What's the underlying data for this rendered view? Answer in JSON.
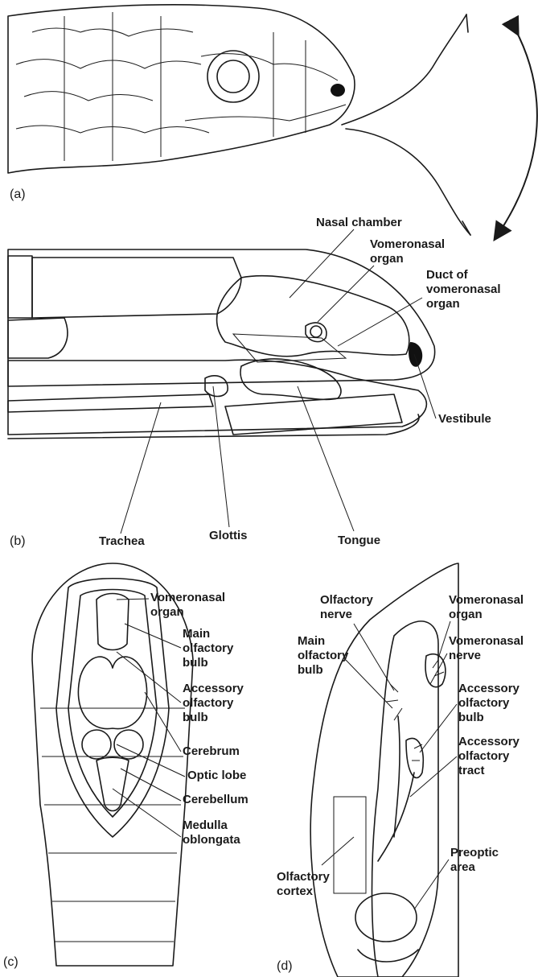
{
  "panels": {
    "a": {
      "label": "(a)"
    },
    "b": {
      "label": "(b)",
      "labels": {
        "nasal_chamber": "Nasal chamber",
        "vomeronasal_organ_1": "Vomeronasal",
        "vomeronasal_organ_2": "organ",
        "duct_1": "Duct of",
        "duct_2": "vomeronasal",
        "duct_3": "organ",
        "vestibule": "Vestibule",
        "trachea": "Trachea",
        "glottis": "Glottis",
        "tongue": "Tongue"
      }
    },
    "c": {
      "label": "(c)",
      "labels": {
        "vomeronasal_1": "Vomeronasal",
        "vomeronasal_2": "organ",
        "main_olf_1": "Main",
        "main_olf_2": "olfactory",
        "main_olf_3": "bulb",
        "acc_olf_1": "Accessory",
        "acc_olf_2": "olfactory",
        "acc_olf_3": "bulb",
        "cerebrum": "Cerebrum",
        "optic_lobe": "Optic lobe",
        "cerebellum": "Cerebellum",
        "medulla_1": "Medulla",
        "medulla_2": "oblongata"
      }
    },
    "d": {
      "label": "(d)",
      "labels": {
        "olf_nerve_1": "Olfactory",
        "olf_nerve_2": "nerve",
        "vomeronasal_1": "Vomeronasal",
        "vomeronasal_2": "organ",
        "main_olf_1": "Main",
        "main_olf_2": "olfactory",
        "main_olf_3": "bulb",
        "vn_nerve_1": "Vomeronasal",
        "vn_nerve_2": "nerve",
        "acc_bulb_1": "Accessory",
        "acc_bulb_2": "olfactory",
        "acc_bulb_3": "bulb",
        "acc_tract_1": "Accessory",
        "acc_tract_2": "olfactory",
        "acc_tract_3": "tract",
        "olf_cortex_1": "Olfactory",
        "olf_cortex_2": "cortex",
        "preoptic_1": "Preoptic",
        "preoptic_2": "area"
      }
    }
  }
}
